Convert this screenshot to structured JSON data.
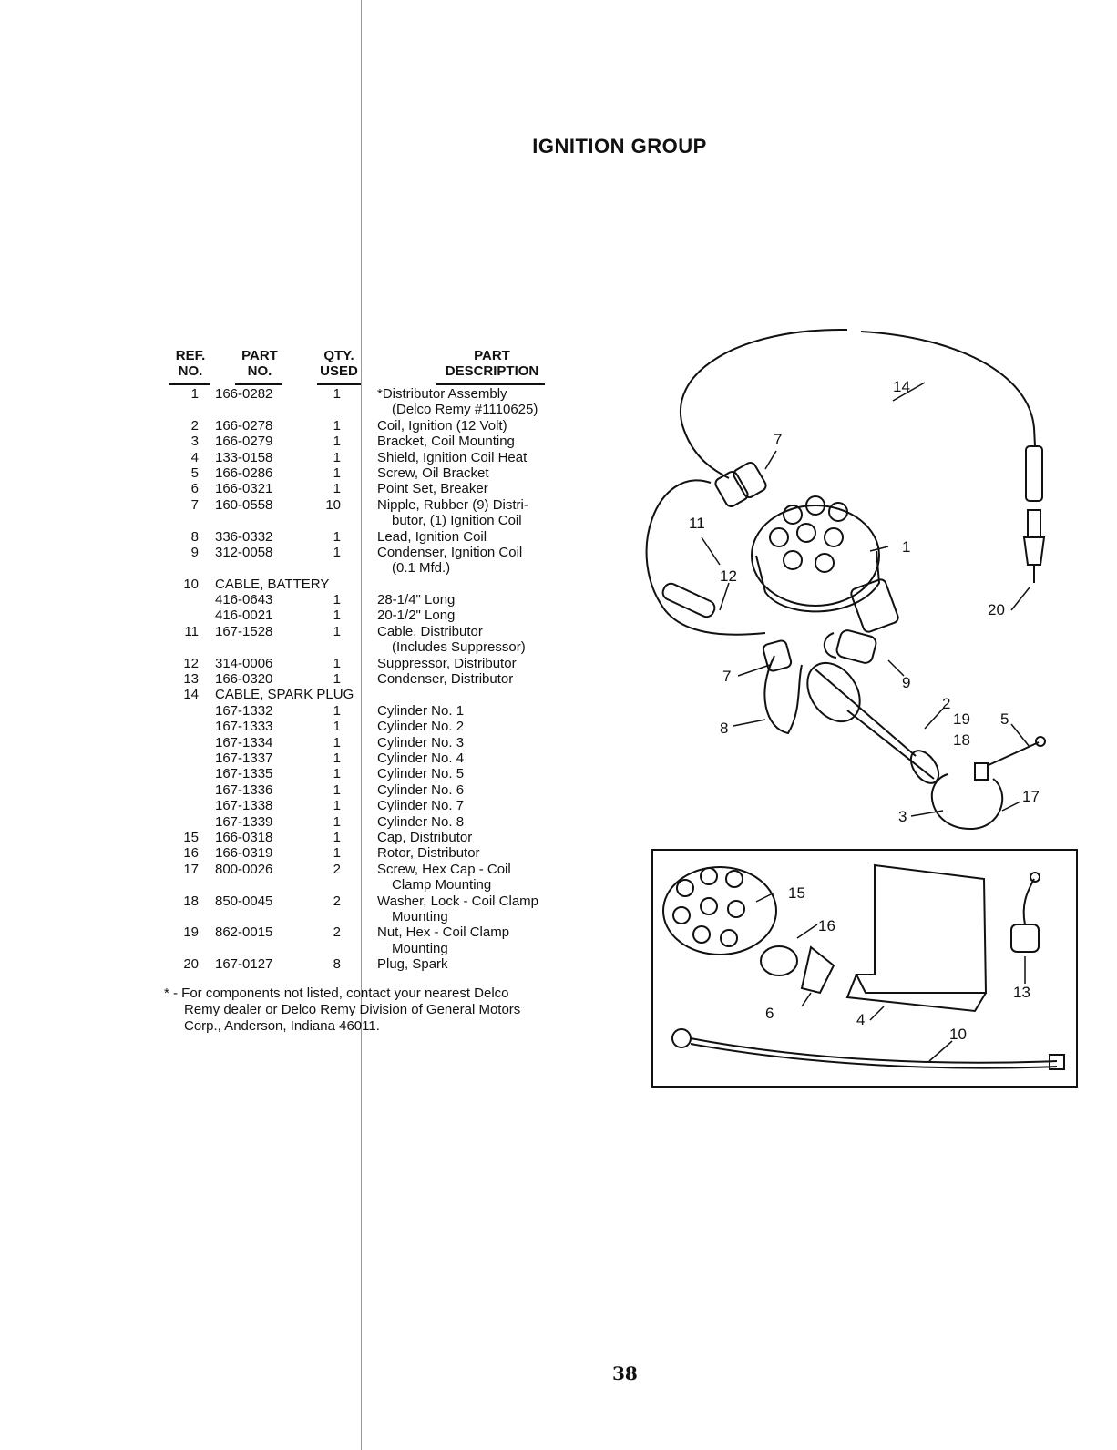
{
  "title": "IGNITION GROUP",
  "headers": {
    "ref": [
      "REF.",
      "NO."
    ],
    "part": [
      "PART",
      "NO."
    ],
    "qty": [
      "QTY.",
      "USED"
    ],
    "desc": [
      "PART",
      "DESCRIPTION"
    ]
  },
  "rows": [
    {
      "ref": "1",
      "part": "166-0282",
      "qty": "1",
      "desc": "*Distributor Assembly"
    },
    {
      "ref": "",
      "part": "",
      "qty": "",
      "desc": "(Delco Remy #1110625)",
      "indent": true
    },
    {
      "ref": "2",
      "part": "166-0278",
      "qty": "1",
      "desc": "Coil, Ignition (12 Volt)"
    },
    {
      "ref": "3",
      "part": "166-0279",
      "qty": "1",
      "desc": "Bracket, Coil Mounting"
    },
    {
      "ref": "4",
      "part": "133-0158",
      "qty": "1",
      "desc": "Shield, Ignition Coil Heat"
    },
    {
      "ref": "5",
      "part": "166-0286",
      "qty": "1",
      "desc": "Screw, Oil Bracket"
    },
    {
      "ref": "6",
      "part": "166-0321",
      "qty": "1",
      "desc": "Point Set, Breaker"
    },
    {
      "ref": "7",
      "part": "160-0558",
      "qty": "10",
      "desc": "Nipple, Rubber (9) Distri-"
    },
    {
      "ref": "",
      "part": "",
      "qty": "",
      "desc": "butor, (1) Ignition Coil",
      "indent": true
    },
    {
      "ref": "8",
      "part": "336-0332",
      "qty": "1",
      "desc": "Lead, Ignition Coil"
    },
    {
      "ref": "9",
      "part": "312-0058",
      "qty": "1",
      "desc": "Condenser, Ignition Coil"
    },
    {
      "ref": "",
      "part": "",
      "qty": "",
      "desc": "(0.1 Mfd.)",
      "indent": true
    },
    {
      "ref": "10",
      "group": "CABLE, BATTERY"
    },
    {
      "ref": "",
      "part": "416-0643",
      "qty": "1",
      "desc": "28-1/4\" Long"
    },
    {
      "ref": "",
      "part": "416-0021",
      "qty": "1",
      "desc": "20-1/2\" Long"
    },
    {
      "ref": "11",
      "part": "167-1528",
      "qty": "1",
      "desc": "Cable, Distributor"
    },
    {
      "ref": "",
      "part": "",
      "qty": "",
      "desc": "(Includes Suppressor)",
      "indent": true
    },
    {
      "ref": "12",
      "part": "314-0006",
      "qty": "1",
      "desc": "Suppressor, Distributor"
    },
    {
      "ref": "13",
      "part": "166-0320",
      "qty": "1",
      "desc": "Condenser, Distributor"
    },
    {
      "ref": "14",
      "group": "CABLE, SPARK PLUG"
    },
    {
      "ref": "",
      "part": "167-1332",
      "qty": "1",
      "desc": "Cylinder No. 1"
    },
    {
      "ref": "",
      "part": "167-1333",
      "qty": "1",
      "desc": "Cylinder No. 2"
    },
    {
      "ref": "",
      "part": "167-1334",
      "qty": "1",
      "desc": "Cylinder No. 3"
    },
    {
      "ref": "",
      "part": "167-1337",
      "qty": "1",
      "desc": "Cylinder No. 4"
    },
    {
      "ref": "",
      "part": "167-1335",
      "qty": "1",
      "desc": "Cylinder No. 5"
    },
    {
      "ref": "",
      "part": "167-1336",
      "qty": "1",
      "desc": "Cylinder No. 6"
    },
    {
      "ref": "",
      "part": "167-1338",
      "qty": "1",
      "desc": "Cylinder No. 7"
    },
    {
      "ref": "",
      "part": "167-1339",
      "qty": "1",
      "desc": "Cylinder No. 8"
    },
    {
      "ref": "15",
      "part": "166-0318",
      "qty": "1",
      "desc": "Cap, Distributor"
    },
    {
      "ref": "16",
      "part": "166-0319",
      "qty": "1",
      "desc": "Rotor, Distributor"
    },
    {
      "ref": "17",
      "part": "800-0026",
      "qty": "2",
      "desc": "Screw, Hex Cap - Coil"
    },
    {
      "ref": "",
      "part": "",
      "qty": "",
      "desc": "Clamp Mounting",
      "indent": true
    },
    {
      "ref": "18",
      "part": "850-0045",
      "qty": "2",
      "desc": "Washer, Lock - Coil Clamp"
    },
    {
      "ref": "",
      "part": "",
      "qty": "",
      "desc": "Mounting",
      "indent": true
    },
    {
      "ref": "19",
      "part": "862-0015",
      "qty": "2",
      "desc": "Nut, Hex - Coil Clamp"
    },
    {
      "ref": "",
      "part": "",
      "qty": "",
      "desc": "Mounting",
      "indent": true
    },
    {
      "ref": "20",
      "part": "167-0127",
      "qty": "8",
      "desc": "Plug, Spark"
    }
  ],
  "footnote": [
    "* - For components not listed, contact your nearest Delco",
    "Remy dealer or Delco Remy Division of General Motors",
    "Corp., Anderson, Indiana 46011."
  ],
  "callouts": {
    "c1": "1",
    "c2": "2",
    "c3": "3",
    "c4": "4",
    "c5": "5",
    "c6": "6",
    "c7a": "7",
    "c7b": "7",
    "c8": "8",
    "c9": "9",
    "c10": "10",
    "c11": "11",
    "c12": "12",
    "c13": "13",
    "c14": "14",
    "c15": "15",
    "c16": "16",
    "c17": "17",
    "c18": "18",
    "c19": "19",
    "c20": "20"
  },
  "page_number": "38"
}
